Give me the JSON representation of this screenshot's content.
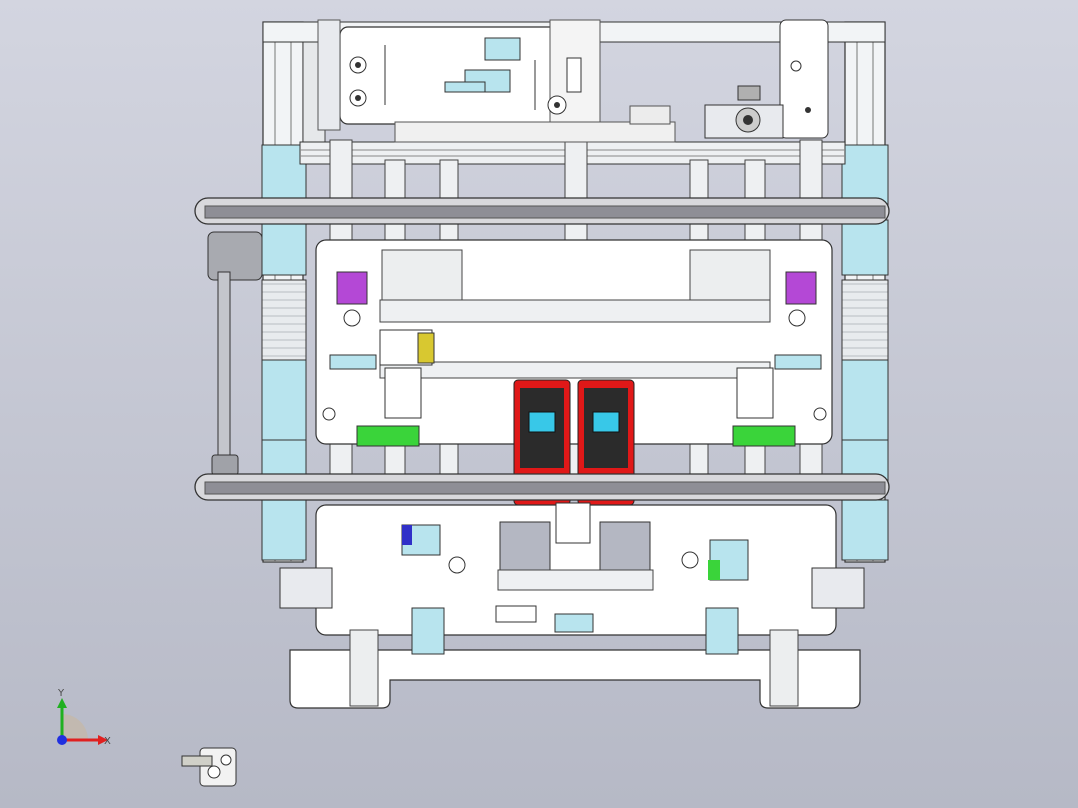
{
  "viewport": {
    "background_top": "#d3d5e0",
    "background_bottom": "#b6b9c6"
  },
  "colors": {
    "frame_fill": "#ffffff",
    "frame_stroke": "#3a3a3a",
    "profile_light": "#eef0f2",
    "cyan_part": "#b8e4ee",
    "purple_part": "#b448d6",
    "green_part": "#3ad43a",
    "red_module": "#e01818",
    "screen": "#38c8e8",
    "belt": "#8e8e96",
    "yellow_part": "#d8c830",
    "axis_x": "#e02020",
    "axis_y": "#20b020",
    "axis_z": "#2030e0"
  },
  "orientation_triad": {
    "x_label": "X",
    "y_label": "Y",
    "x_icon": "axis-x-arrow",
    "y_icon": "axis-y-arrow",
    "z_icon": "axis-z-dot"
  },
  "model": {
    "view": "front-orthographic",
    "modules": [
      "top-motor-plate",
      "belt-conveyor",
      "lift-carriage",
      "red-modules",
      "base-plate",
      "side-rails"
    ]
  }
}
